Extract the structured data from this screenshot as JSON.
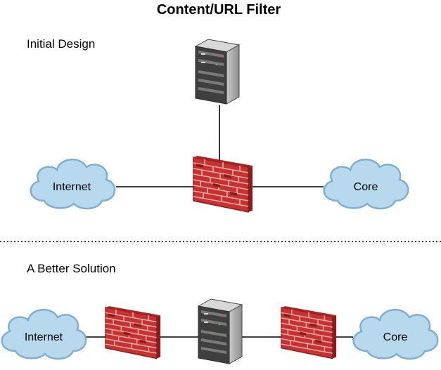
{
  "title": "Content/URL Filter",
  "sections": {
    "initial": {
      "label": "Initial Design"
    },
    "better": {
      "label": "A Better Solution"
    }
  },
  "nodes": {
    "internet_label": "Internet",
    "core_label": "Core"
  },
  "colors": {
    "cloud_fill": "#b8d8ee",
    "cloud_stroke": "#7eaed0",
    "brick": "#c8312f",
    "brick_dark": "#8c1c1c",
    "mortar": "#e8b1ae",
    "server_dark": "#3f3f3f",
    "server_mid": "#8a8a8a",
    "server_light": "#bdbdbd",
    "line": "#000000"
  },
  "icons": [
    "cloud-icon",
    "firewall-icon",
    "server-icon"
  ]
}
